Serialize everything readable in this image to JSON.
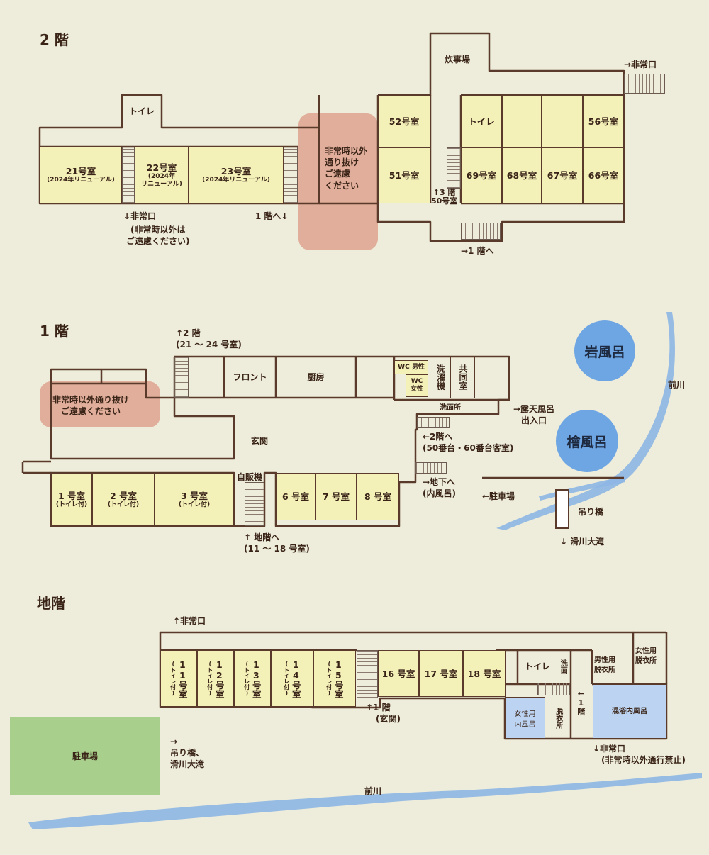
{
  "floors": {
    "second": "2 階",
    "first": "1 階",
    "basement": "地階"
  },
  "f2": {
    "toilet_top": "トイレ",
    "r21": {
      "name": "21号室",
      "sub": "(2024年リニューアル)"
    },
    "r22": {
      "name": "22号室",
      "sub1": "(2024年",
      "sub2": "リニューアル)"
    },
    "r23": {
      "name": "23号室",
      "sub": "(2024年リニューアル)"
    },
    "passage": [
      "非常時以外",
      "通り抜け",
      "ご遠慮",
      "ください"
    ],
    "exit_left": "↓非常口",
    "exit_left_note": [
      "(非常時以外は",
      "ご遠慮ください)"
    ],
    "to_first": "1 階へ↓",
    "kitchen": "炊事場",
    "exit_right": "→非常口",
    "r51": "51号室",
    "r52": "52号室",
    "toilet_right": "トイレ",
    "r56": "56号室",
    "r69": "69号室",
    "r68": "68号室",
    "r67": "67号室",
    "r66": "66号室",
    "stairs_3f": [
      "↑3 階",
      "50号室"
    ],
    "to_first_right": "→1 階へ"
  },
  "f1": {
    "to_second": [
      "↑2 階",
      "(21 ～ 24 号室)"
    ],
    "front": "フロント",
    "kitchen": "厨房",
    "wc_m": "WC 男性",
    "wc_f": [
      "WC",
      "女性"
    ],
    "laundry": "洗濯機",
    "shared": "共同室",
    "washroom": "洗面所",
    "passage": [
      "非常時以外通り抜け",
      "ご遠慮ください"
    ],
    "entrance": "玄関",
    "vending": "自販機",
    "r1": {
      "name": "1 号室",
      "sub": "(トイレ付)"
    },
    "r2": {
      "name": "2 号室",
      "sub": "(トイレ付)"
    },
    "r3": {
      "name": "3 号室",
      "sub": "(トイレ付)"
    },
    "r6": "6 号室",
    "r7": "7 号室",
    "r8": "8 号室",
    "to_basement": [
      "↑ 地階へ",
      "(11 ～ 18 号室)"
    ],
    "to_2f_50": [
      "←2階へ",
      "(50番台・60番台客室)"
    ],
    "to_basement_bath": [
      "→地下へ",
      "(内風呂)"
    ],
    "outdoor_bath": [
      "→露天風呂",
      "出入口"
    ],
    "iwa": "岩風呂",
    "hinoki": "檜風呂",
    "river": "前川",
    "parking": "←駐車場",
    "bridge": "吊り橋",
    "waterfall": "↓ 滑川大滝"
  },
  "b1": {
    "exit_top": "↑非常口",
    "r11": "11号室",
    "r12": "12号室",
    "r13": "13号室",
    "r14": "14号室",
    "r15": "15号室",
    "toilet_tag": "(トイレ付)",
    "r16": "16 号室",
    "r17": "17 号室",
    "r18": "18 号室",
    "toilet": "トイレ",
    "wash": "洗面",
    "to_first": [
      "↑1 階",
      "(玄関)"
    ],
    "to_first_v": "←1階",
    "women_bath": [
      "女性用",
      "内風呂"
    ],
    "dressing": "脱衣所",
    "men_dress": [
      "男性用",
      "脱衣所"
    ],
    "women_dress": [
      "女性用",
      "脱衣所"
    ],
    "mixed_bath": "混浴内風呂",
    "exit_bottom": [
      "↓非常口",
      "(非常時以外通行禁止)"
    ],
    "parking": "駐車場",
    "to_bridge": [
      "→",
      "吊り橋、",
      "滑川大滝"
    ],
    "river": "前川"
  },
  "colors": {
    "background": "#eeeddb",
    "room": "#f3f0b8",
    "wall": "#5a3a2a",
    "bath": "#6ea5e3",
    "parking": "#a9cf8c",
    "mixed": "#bcd4f2",
    "river": "#8db6e4",
    "passage_zone": "#dc9c88"
  }
}
